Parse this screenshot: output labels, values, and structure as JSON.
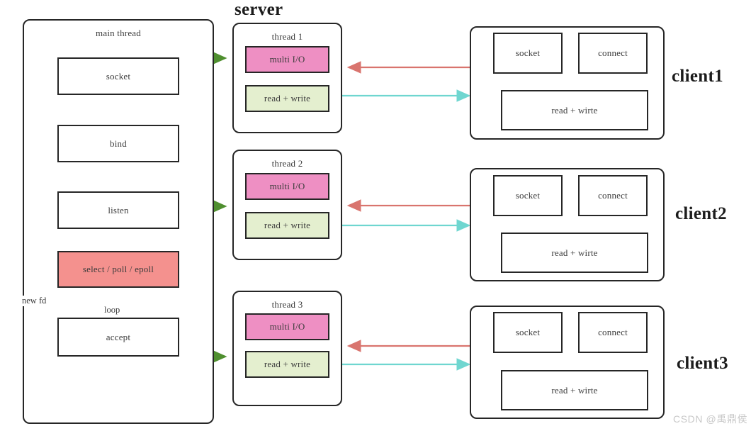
{
  "titles": {
    "server": "server",
    "client1": "client1",
    "client2": "client2",
    "client3": "client3"
  },
  "server": {
    "main_thread": {
      "label": "main  thread",
      "steps": [
        {
          "label": "socket",
          "fill": "#ffffff"
        },
        {
          "label": "bind",
          "fill": "#ffffff"
        },
        {
          "label": "listen",
          "fill": "#ffffff"
        },
        {
          "label": "select / poll / epoll",
          "fill": "#f4918e"
        },
        {
          "label": "accept",
          "fill": "#ffffff"
        }
      ],
      "edges": [
        {
          "label": "new fd"
        },
        {
          "label": "loop"
        }
      ]
    },
    "threads": [
      {
        "label": "thread 1",
        "multi_io": "multi I/O",
        "read_write": "read + write"
      },
      {
        "label": "thread  2",
        "multi_io": "multi I/O",
        "read_write": "read + write"
      },
      {
        "label": "thread  3",
        "multi_io": "multi I/O",
        "read_write": "read + write"
      }
    ]
  },
  "clients": [
    {
      "title": "client1",
      "socket": "socket",
      "connect": "connect",
      "read_write": "read  + wirte"
    },
    {
      "title": "client2",
      "socket": "socket",
      "connect": "connect",
      "read_write": "read  + wirte"
    },
    {
      "title": "client3",
      "socket": "socket",
      "connect": "connect",
      "read_write": "read  + wirte"
    }
  ],
  "colors": {
    "pink": "#ee8fc3",
    "light_green": "#e4efcf",
    "salmon": "#f4918e",
    "green_arrow": "#4f8f2f",
    "red_arrow": "#d9746e",
    "cyan_arrow": "#6fd6d0",
    "outline": "#262626"
  },
  "watermark": "CSDN @禹鼎侯"
}
